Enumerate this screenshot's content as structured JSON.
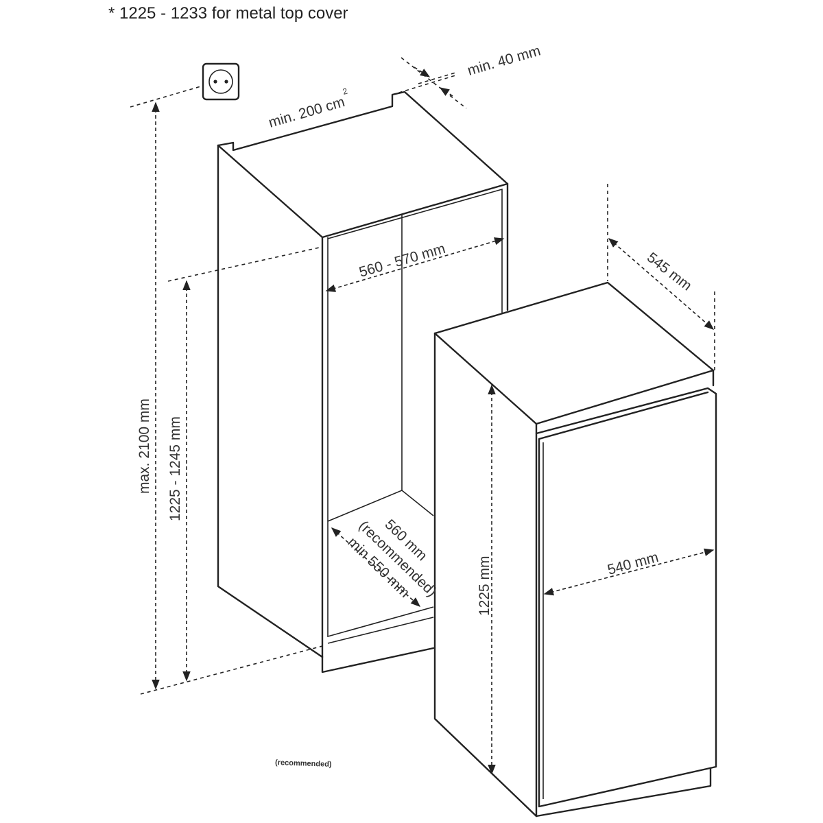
{
  "footnote": "* 1225 - 1233  for metal top cover",
  "icons": {
    "socket": "power-socket-icon"
  },
  "labels": {
    "ventilation_area": "min. 200 cm",
    "ventilation_area_sup": "2",
    "gap_top": "min. 40 mm",
    "niche_width": "560 - 570 mm",
    "niche_depth_rec": "560 mm",
    "niche_depth_rec_note": "(recommended)",
    "niche_depth_rec_close": ")",
    "niche_depth_min": "min 550 mm",
    "max_height": "max. 2100 mm",
    "niche_height": "1225 - 1245 mm",
    "appliance_depth": "545 mm",
    "appliance_width": "540 mm",
    "appliance_height": "1225 mm",
    "bottom_note": "(recommended)"
  }
}
